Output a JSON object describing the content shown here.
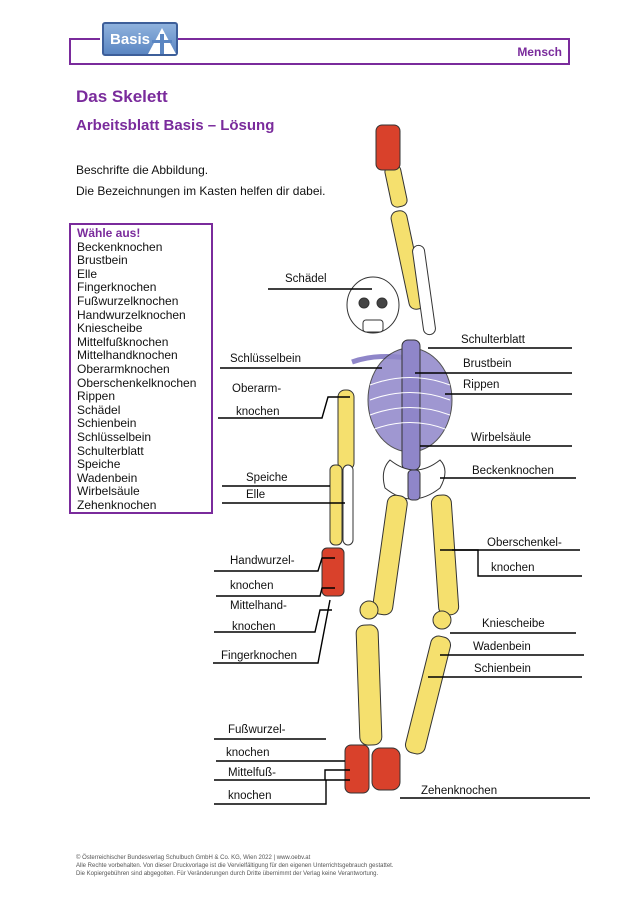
{
  "header": {
    "logo_text": "Basis",
    "section": "Mensch"
  },
  "title": "Das Skelett",
  "subtitle": "Arbeitsblatt Basis – Lösung",
  "instructions": [
    "Beschrifte die Abbildung.",
    "Die Bezeichnungen im Kasten helfen dir dabei."
  ],
  "choices": {
    "heading": "Wähle aus!",
    "items": [
      "Beckenknochen",
      "Brustbein",
      "Elle",
      "Fingerknochen",
      "Fußwurzelknochen",
      "Handwurzelknochen",
      "Kniescheibe",
      "Mittelfußknochen",
      "Mittelhandknochen",
      "Oberarmknochen",
      "Oberschenkelknochen",
      "Rippen",
      "Schädel",
      "Schienbein",
      "Schlüsselbein",
      "Schulterblatt",
      "Speiche",
      "Wadenbein",
      "Wirbelsäule",
      "Zehenknochen"
    ]
  },
  "labels": {
    "schaedel": "Schädel",
    "schluesselbein": "Schlüsselbein",
    "oberarm_1": "Oberarm-",
    "oberarm_2": "knochen",
    "speiche": "Speiche",
    "elle": "Elle",
    "handwurzel_1": "Handwurzel-",
    "handwurzel_2": "knochen",
    "mittelhand_1": "Mittelhand-",
    "mittelhand_2": "knochen",
    "finger": "Fingerknochen",
    "fusswurzel_1": "Fußwurzel-",
    "fusswurzel_2": "knochen",
    "mittelfuss_1": "Mittelfuß-",
    "mittelfuss_2": "knochen",
    "schulterblatt": "Schulterblatt",
    "brustbein": "Brustbein",
    "rippen": "Rippen",
    "wirbelsaeule": "Wirbelsäule",
    "becken": "Beckenknochen",
    "oberschenkel_1": "Oberschenkel-",
    "oberschenkel_2": "knochen",
    "kniescheibe": "Kniescheibe",
    "wadenbein": "Wadenbein",
    "schienbein": "Schienbein",
    "zehen": "Zehenknochen"
  },
  "colors": {
    "accent": "#7a2b9c",
    "bone_yellow": "#f5e06e",
    "bone_red": "#d9412b",
    "bone_purple": "#8f86c9"
  },
  "footer": [
    "© Österreichischer Bundesverlag Schulbuch GmbH & Co. KG, Wien 2022 | www.oebv.at",
    "Alle Rechte vorbehalten. Von dieser Druckvorlage ist die Vervielfältigung für den eigenen Unterrichtsgebrauch gestattet.",
    "Die Kopiergebühren sind abgegolten. Für Veränderungen durch Dritte übernimmt der Verlag keine Verantwortung."
  ]
}
